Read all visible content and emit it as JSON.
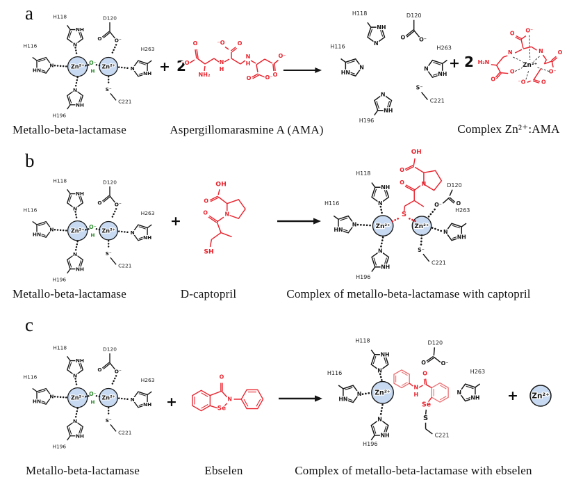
{
  "colors": {
    "black": "#161616",
    "red": "#e8232d",
    "red_light": "#ec6b6e",
    "green": "#2e8b2e",
    "zn_fill": "#c8daf2",
    "label_gray": "#242424"
  },
  "atoms": {
    "zn": "Zn²⁺",
    "o": "O",
    "o_minus": "O⁻",
    "minus_o": "⁻O",
    "h": "H",
    "oh": "OH",
    "n": "N",
    "nh": "NH",
    "hn": "HN",
    "nh2": "NH₂",
    "h2n": "H₂N",
    "s": "S",
    "s_minus": "S⁻",
    "sh": "SH",
    "se": "Se"
  },
  "residues": {
    "h116": "H116",
    "h118": "H118",
    "h196": "H196",
    "h263": "H263",
    "d120": "D120",
    "c221": "C221"
  },
  "operators": {
    "plus": "+",
    "two": "2"
  },
  "panels": {
    "a": {
      "label": "a",
      "reactant1": "Metallo-beta-lactamase",
      "reactant2": "Aspergillomarasmine A (AMA)",
      "product": "Complex Zn²⁺:AMA"
    },
    "b": {
      "label": "b",
      "reactant1": "Metallo-beta-lactamase",
      "reactant2": "D-captopril",
      "product": "Complex of metallo-beta-lactamase with captopril"
    },
    "c": {
      "label": "c",
      "reactant1": "Metallo-beta-lactamase",
      "reactant2": "Ebselen",
      "product": "Complex of metallo-beta-lactamase with ebselen"
    }
  }
}
